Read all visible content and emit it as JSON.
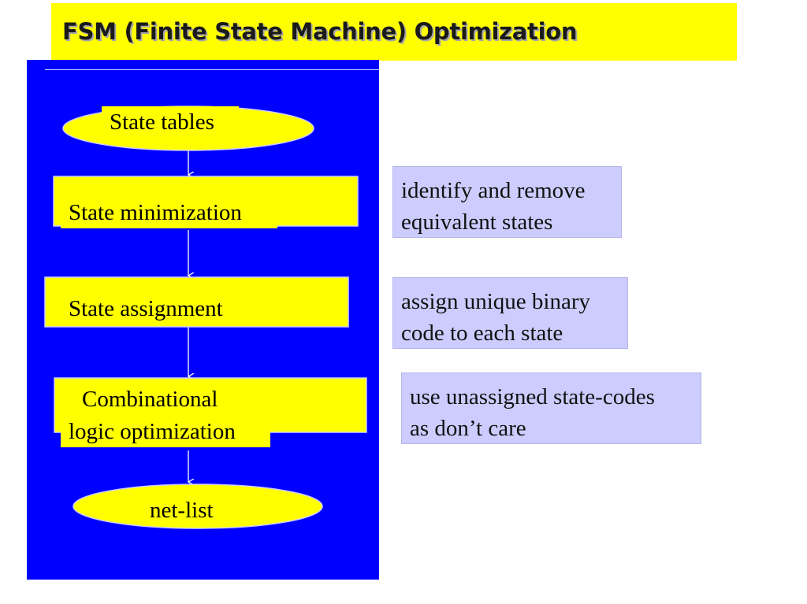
{
  "title": "FSM (Finite State Machine) Optimization",
  "flow": {
    "nodes": [
      {
        "id": "state-tables",
        "shape": "ellipse",
        "lines": [
          "State tables"
        ]
      },
      {
        "id": "state-minimization",
        "shape": "rect",
        "lines": [
          "State minimization"
        ]
      },
      {
        "id": "state-assignment",
        "shape": "rect",
        "lines": [
          "State assignment"
        ]
      },
      {
        "id": "combinational-logic-optimization",
        "shape": "rect",
        "lines": [
          "Combinational",
          "logic optimization"
        ]
      },
      {
        "id": "net-list",
        "shape": "ellipse",
        "lines": [
          "net-list"
        ]
      }
    ]
  },
  "notes": [
    {
      "id": "note-minimization",
      "lines": [
        "identify and remove",
        "equivalent states"
      ]
    },
    {
      "id": "note-assignment",
      "lines": [
        "assign unique binary",
        "code to each state"
      ]
    },
    {
      "id": "note-logic",
      "lines": [
        "use unassigned state-codes",
        "as don’t care"
      ]
    }
  ],
  "colors": {
    "title_background": "#ffff00",
    "panel_background": "#0000ff",
    "node_fill": "#ffff00",
    "note_background": "#ccccff"
  }
}
